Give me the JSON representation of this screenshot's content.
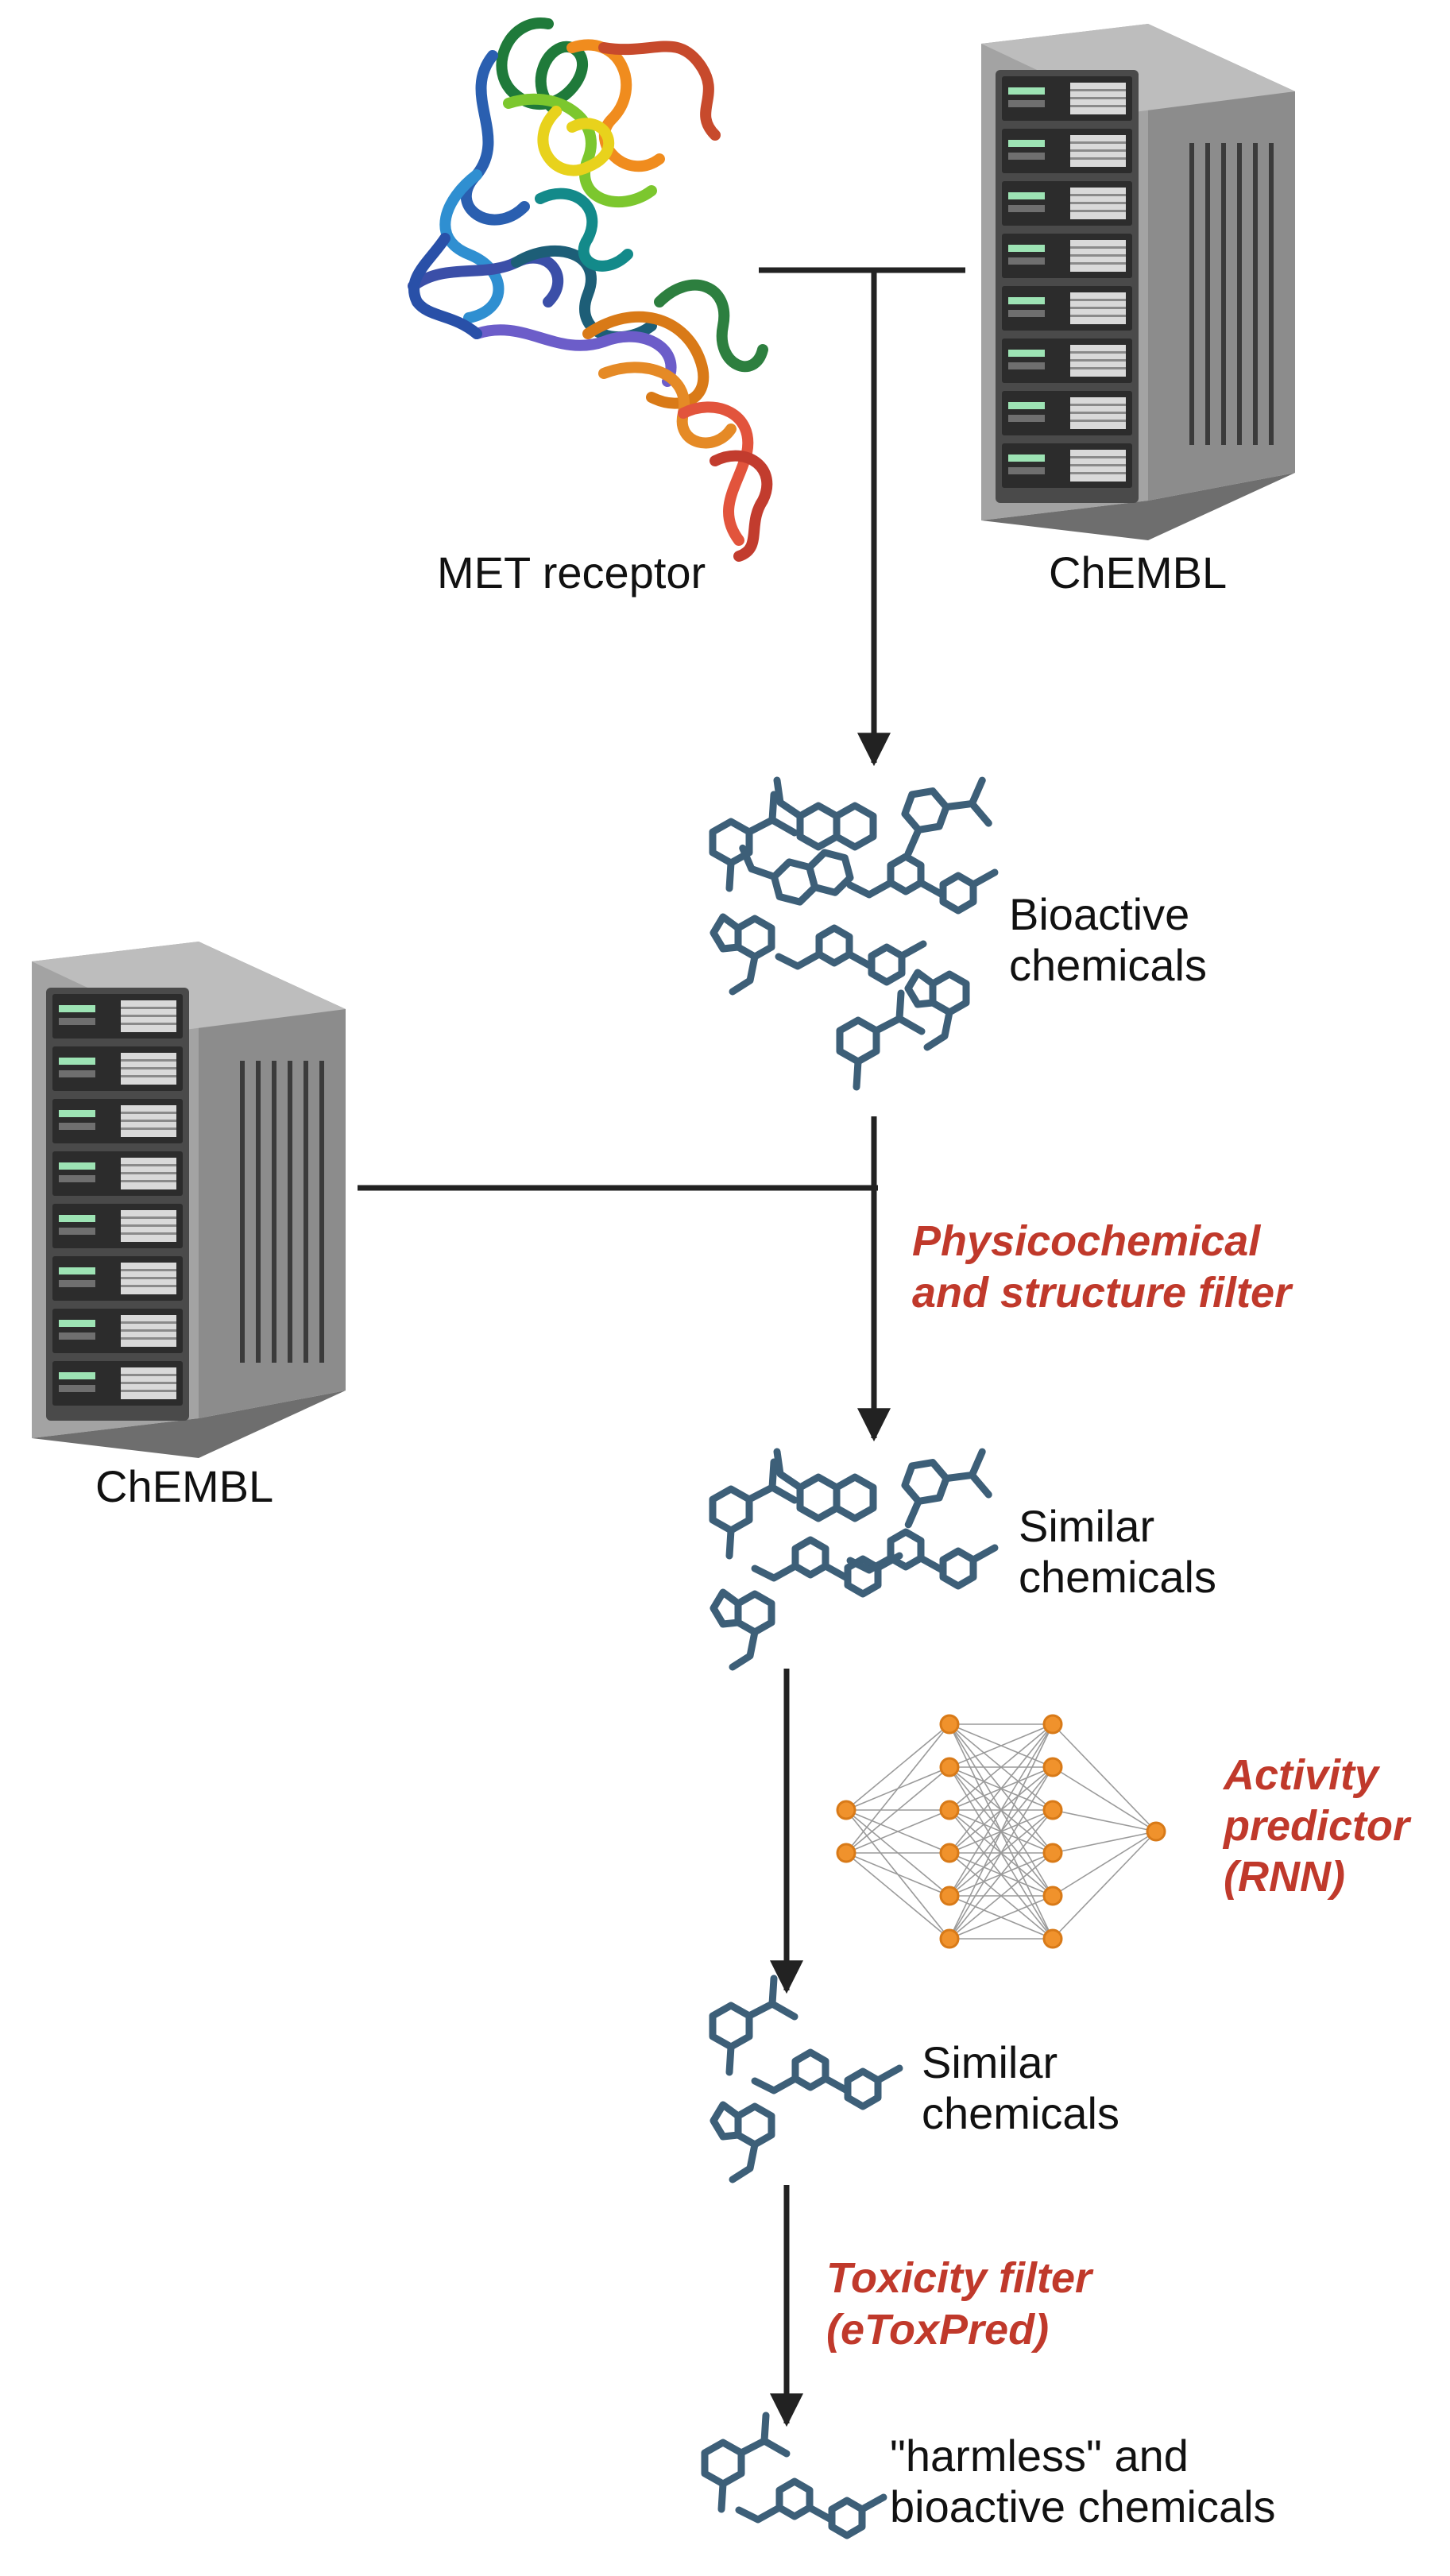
{
  "labels": {
    "met_receptor": "MET receptor",
    "chembl_top": "ChEMBL",
    "chembl_left": "ChEMBL",
    "bioactive_line1": "Bioactive",
    "bioactive_line2": "chemicals",
    "filter1_line1": "Physicochemical",
    "filter1_line2": "and structure filter",
    "similar1_line1": "Similar",
    "similar1_line2": "chemicals",
    "predictor_line1": "Activity",
    "predictor_line2": "predictor",
    "predictor_line3": "(RNN)",
    "similar2_line1": "Similar",
    "similar2_line2": "chemicals",
    "toxicity_line1": "Toxicity filter",
    "toxicity_line2": "(eToxPred)",
    "final_line1": "\"harmless\" and",
    "final_line2": "bioactive chemicals"
  },
  "icons": {
    "protein": "protein-structure-icon",
    "server": "server-rack-icon",
    "molecules": "molecule-cluster-icon",
    "neural_network": "neural-network-icon"
  },
  "neural_network": {
    "layers": [
      2,
      6,
      6,
      1
    ]
  },
  "colors": {
    "filter_label": "#c0392b",
    "molecule": "#3d5f78",
    "nn_node": "#f0922c",
    "connector": "#222222",
    "server_body": "#9b9b9b"
  }
}
